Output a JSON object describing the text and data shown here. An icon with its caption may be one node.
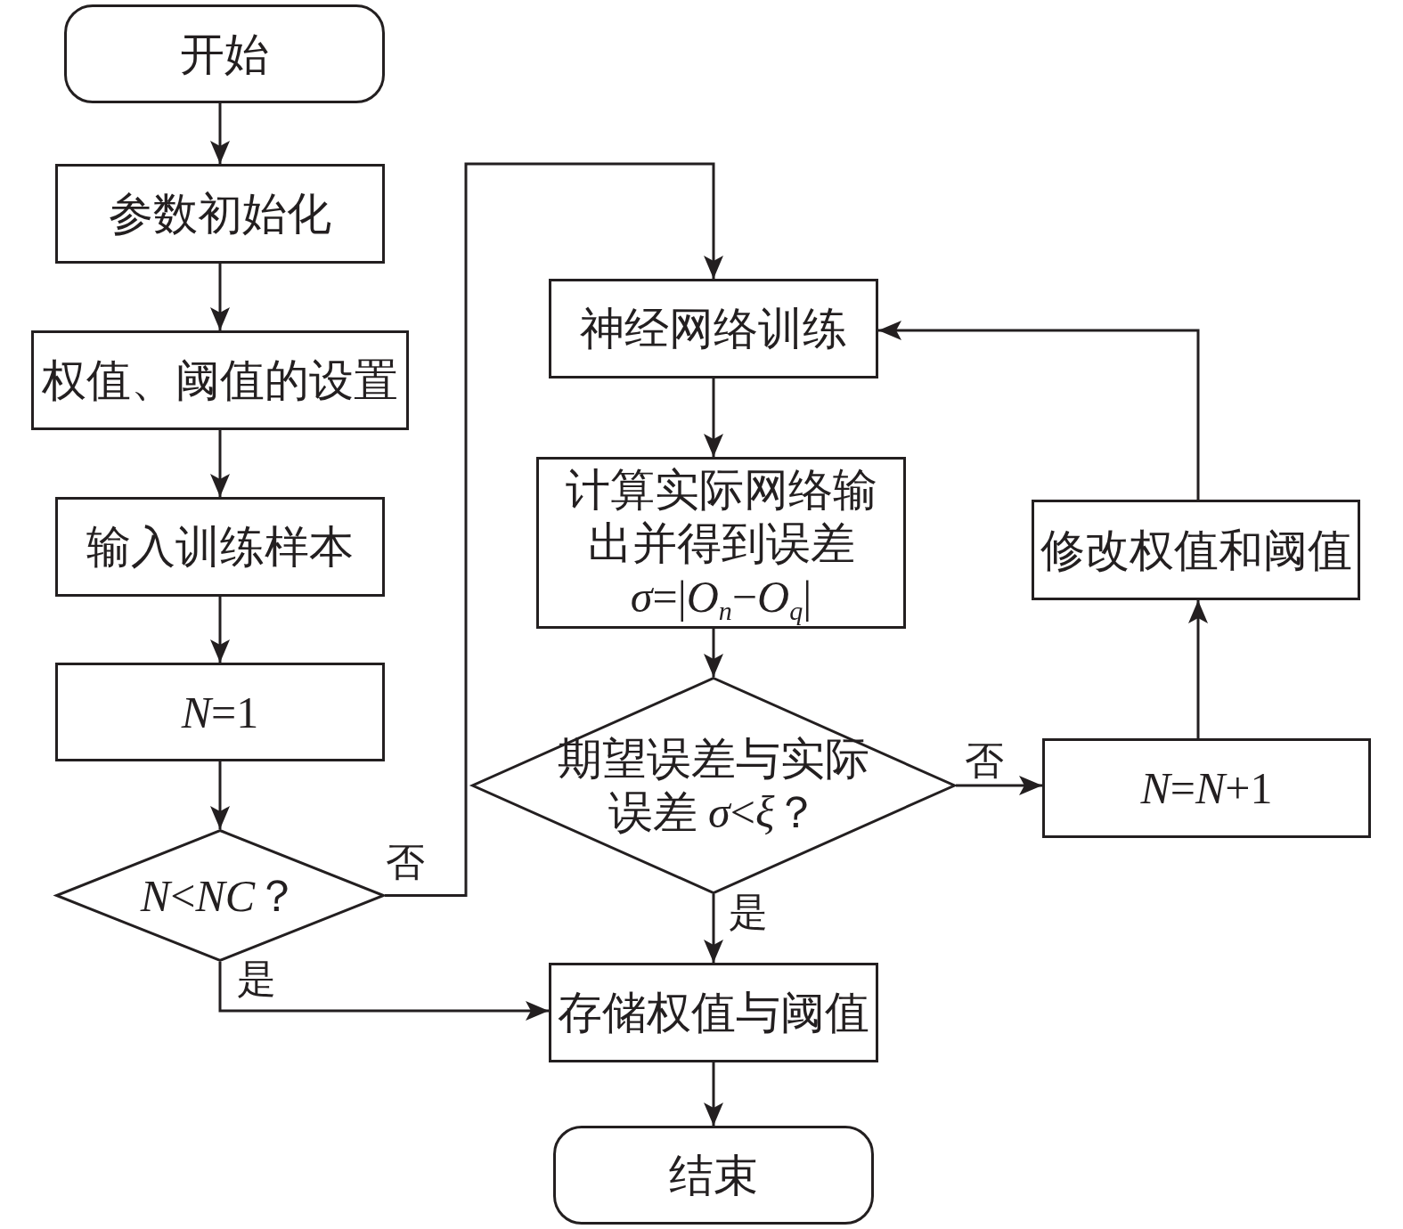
{
  "diagram": {
    "nodes": [
      {
        "text": [
          "开始"
        ]
      },
      {
        "text": [
          "参数初始化"
        ]
      },
      {
        "text": [
          "权值、阈值的设置"
        ]
      },
      {
        "text": [
          "输入训练样本"
        ]
      },
      {
        "text": [
          "*N*=1"
        ]
      },
      {
        "text": [
          "*N*<*NC*？"
        ]
      },
      {
        "text": [
          "神经网络训练"
        ]
      },
      {
        "text": [
          "计算实际网络输出并得到误差",
          "*σ*=|*O*$_{n}$−*O*$_{q}$|"
        ]
      },
      {
        "text": [
          "期望误差与实际误差 *σ*<*ξ*？"
        ]
      },
      {
        "text": [
          "*N*=*N*+1"
        ]
      },
      {
        "text": [
          "修改权值和阈值"
        ]
      },
      {
        "text": [
          "存储权值与阈值"
        ]
      },
      {
        "text": [
          "结束"
        ]
      }
    ],
    "edges": [
      {
        "from": 0,
        "to": 1,
        "arrow": "to"
      },
      {
        "from": 1,
        "to": 2,
        "arrow": "to"
      },
      {
        "from": 2,
        "to": 3,
        "arrow": "to"
      },
      {
        "from": 3,
        "to": 4,
        "arrow": "to"
      },
      {
        "from": 4,
        "to": 5,
        "arrow": "to"
      },
      {
        "from": 5,
        "to": 6,
        "arrow": "to",
        "label": "否"
      },
      {
        "from": 6,
        "to": 7,
        "arrow": "to"
      },
      {
        "from": 7,
        "to": 8,
        "arrow": "to"
      },
      {
        "from": 8,
        "to": 9,
        "arrow": "to",
        "label": "否"
      },
      {
        "from": 9,
        "to": 10,
        "arrow": "to"
      },
      {
        "from": 10,
        "to": 6,
        "arrow": "to"
      },
      {
        "from": 8,
        "to": 11,
        "arrow": "to",
        "label": "是"
      },
      {
        "from": 5,
        "to": 11,
        "arrow": "to",
        "label": "是"
      },
      {
        "from": 11,
        "to": 12,
        "arrow": "to"
      }
    ]
  }
}
